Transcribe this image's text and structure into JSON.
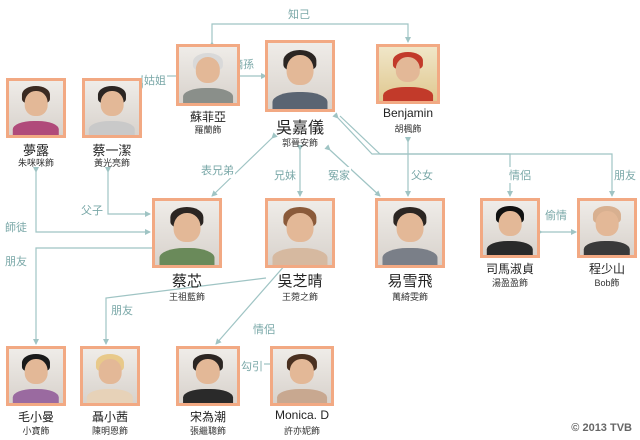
{
  "characters": {
    "wu_jiayi": {
      "name": "吳嘉儀",
      "actor": "郭晉安飾"
    },
    "sophia": {
      "name": "蘇菲亞",
      "actor": "羅蘭飾"
    },
    "benjamin": {
      "name": "Benjamin",
      "actor": "胡楓飾"
    },
    "menglu": {
      "name": "夢露",
      "actor": "朱咪咪飾"
    },
    "cai_yijie": {
      "name": "蔡一潔",
      "actor": "黃光亮飾"
    },
    "cai_xin": {
      "name": "蔡芯",
      "actor": "王祖藍飾"
    },
    "wu_zhiqing": {
      "name": "吳芝晴",
      "actor": "王菀之飾"
    },
    "yi_xuefei": {
      "name": "易雪飛",
      "actor": "萬綺雯飾"
    },
    "sima": {
      "name": "司馬淑貞",
      "actor": "湯盈盈飾"
    },
    "cheng_shaoshan": {
      "name": "程少山",
      "actor": "Bob飾"
    },
    "mao_xiaoman": {
      "name": "毛小曼",
      "actor": "小寶飾"
    },
    "nie_xiaoqian": {
      "name": "聶小茜",
      "actor": "陳明恩飾"
    },
    "song_weichao": {
      "name": "宋為潮",
      "actor": "張繼聰飾"
    },
    "monica": {
      "name": "Monica. D",
      "actor": "許亦妮飾"
    }
  },
  "relations": {
    "zhiji": "知己",
    "disun": "嫡孫",
    "guze": "姑姐",
    "biaoxiongdi": "表兄弟",
    "xiongmei": "兄妹",
    "yuanjia": "冤家",
    "fuzi": "父子",
    "shitu": "師徒",
    "fu_nu": "父女",
    "qinglu_top": "情侶",
    "pengyou_top": "朋友",
    "touqing": "偷情",
    "pengyou_left": "朋友",
    "pengyou_mid": "朋友",
    "qinglu_bottom": "情侶",
    "gouyin": "勾引"
  },
  "copyright": "© 2013 TVB",
  "colors": {
    "border": "#f2a983",
    "line": "#9fc4c4",
    "label": "#7aa8a8"
  }
}
